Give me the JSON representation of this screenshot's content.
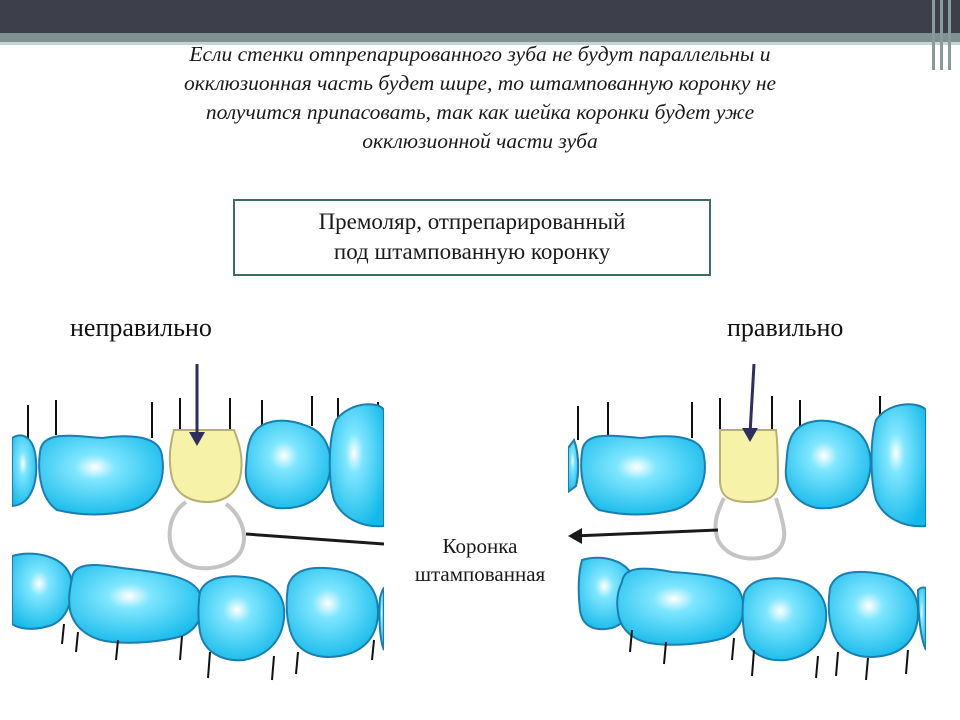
{
  "heading": {
    "line1": "Если стенки отпрепарированного зуба не будут параллельны и",
    "line2": "окклюзионная часть будет шире, то штампованную коронку не",
    "line3": "получится припасовать, так как шейка коронки будет уже",
    "line4": "окклюзионной части зуба"
  },
  "caption": {
    "line1": "Премоляр, отпрепарированный",
    "line2": "под штампованную коронку"
  },
  "labels": {
    "incorrect": "неправильно",
    "correct": "правильно"
  },
  "crown_label": {
    "line1": "Коронка",
    "line2": "штампованная"
  },
  "colors": {
    "tooth": "#22c8f0",
    "tooth_outline": "#1a7fb0",
    "prepared_tooth": "#f6f2a8",
    "crown_outline": "#c4c4c4",
    "arrow": "#2f2f5f",
    "top_bar": "#3d3f4b"
  }
}
